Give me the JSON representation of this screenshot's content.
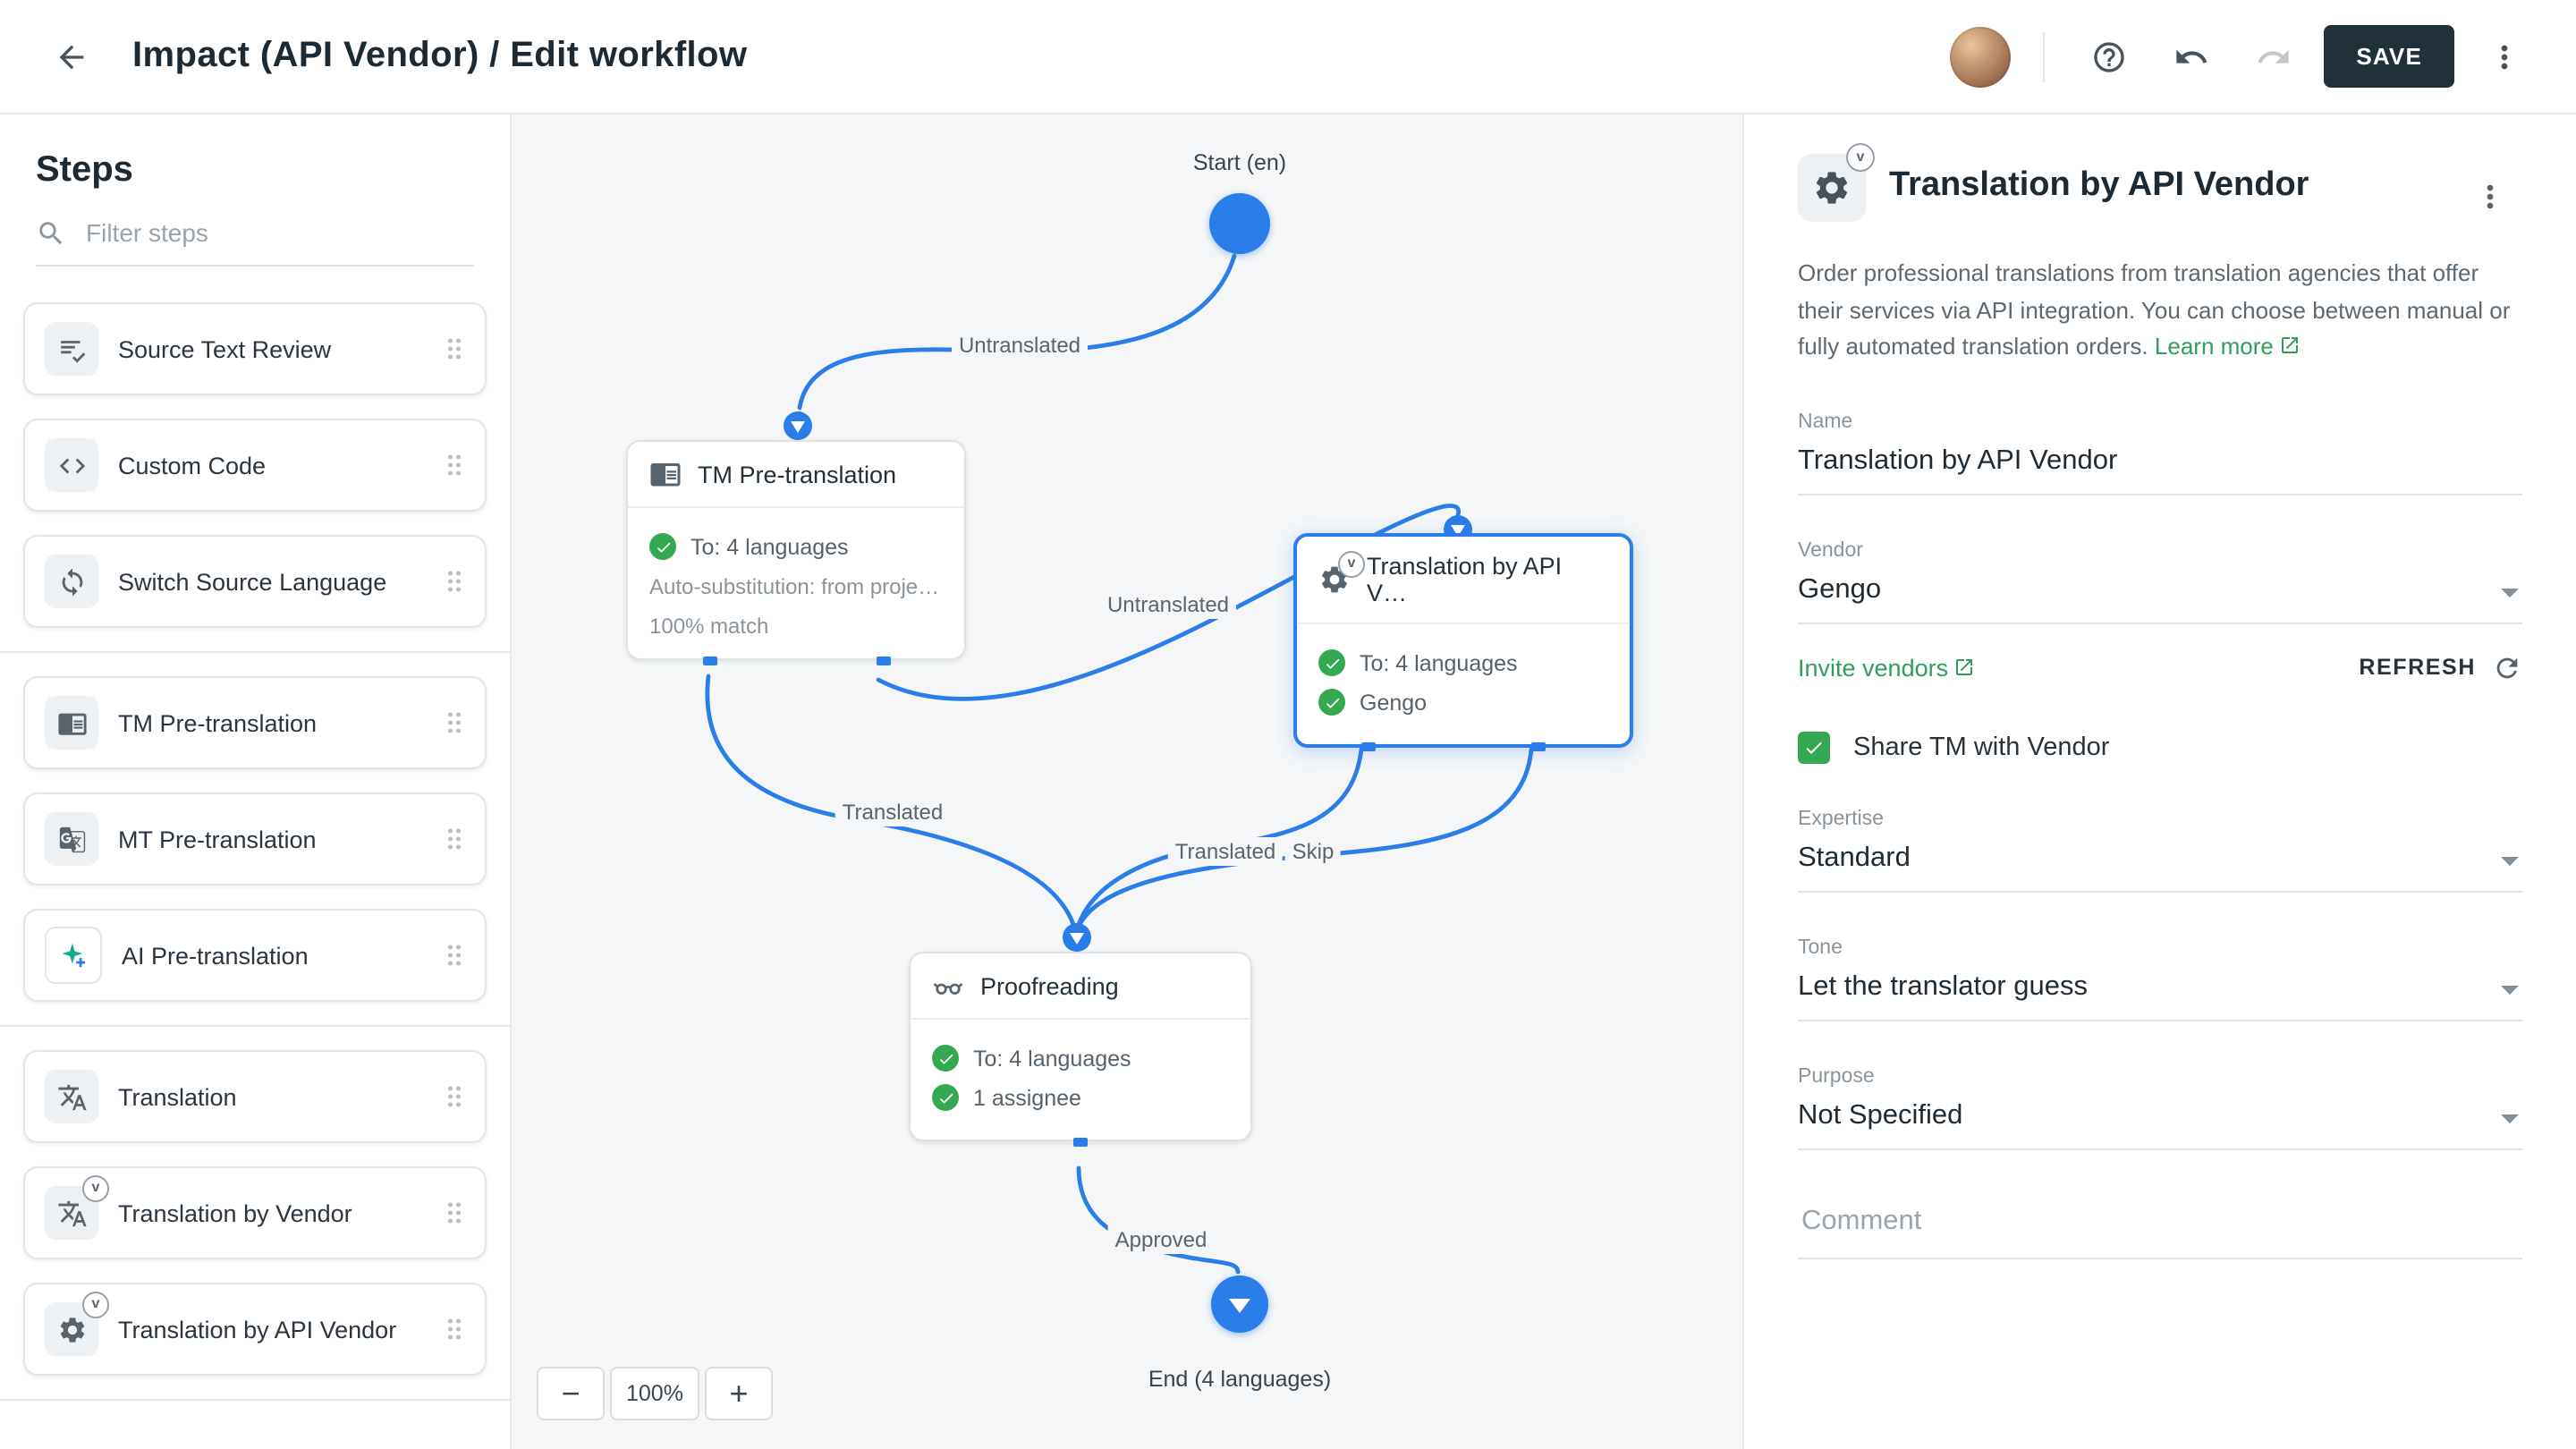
{
  "v_badge": "v",
  "header": {
    "title": "Impact (API Vendor) / Edit workflow",
    "save": "SAVE"
  },
  "sidebar": {
    "title": "Steps",
    "filter_placeholder": "Filter steps",
    "groups": [
      {
        "items": [
          {
            "label": "Source Text Review"
          },
          {
            "label": "Custom Code"
          },
          {
            "label": "Switch Source Language"
          }
        ]
      },
      {
        "items": [
          {
            "label": "TM Pre-translation"
          },
          {
            "label": "MT Pre-translation"
          },
          {
            "label": "AI Pre-translation"
          }
        ]
      },
      {
        "items": [
          {
            "label": "Translation"
          },
          {
            "label": "Translation by Vendor"
          },
          {
            "label": "Translation by API Vendor"
          }
        ]
      }
    ]
  },
  "canvas": {
    "zoom": "100%",
    "zoom_out": "−",
    "zoom_in": "+",
    "start_label": "Start (en)",
    "end_label": "End (4 languages)",
    "labels": {
      "untranslated_1": "Untranslated",
      "untranslated_2": "Untranslated",
      "translated_1": "Translated",
      "translated_2": "Translated",
      "skip": "Skip",
      "approved": "Approved"
    },
    "tm_node": {
      "title": "TM Pre-translation",
      "langs": "To: 4 languages",
      "auto": "Auto-substitution: from proje…",
      "match": "100% match"
    },
    "api_node": {
      "title": "Translation by API V…",
      "langs": "To: 4 languages",
      "vendor": "Gengo"
    },
    "proof_node": {
      "title": "Proofreading",
      "langs": "To: 4 languages",
      "assignee": "1 assignee"
    }
  },
  "panel": {
    "title": "Translation by API Vendor",
    "description": "Order professional translations from translation agencies that offer their services via API integration. You can choose between manual or fully automated translation orders.",
    "learn_more": "Learn more",
    "name_label": "Name",
    "name_value": "Translation by API Vendor",
    "vendor_label": "Vendor",
    "vendor_value": "Gengo",
    "invite_vendors": "Invite vendors",
    "refresh": "REFRESH",
    "share_tm": "Share TM with Vendor",
    "expertise_label": "Expertise",
    "expertise_value": "Standard",
    "tone_label": "Tone",
    "tone_value": "Let the translator guess",
    "purpose_label": "Purpose",
    "purpose_value": "Not Specified",
    "comment_placeholder": "Comment"
  },
  "colors": {
    "accent_blue": "#2b7de9",
    "green": "#35a854",
    "save_dark": "#20313a",
    "canvas_bg": "#f4f6f7"
  }
}
